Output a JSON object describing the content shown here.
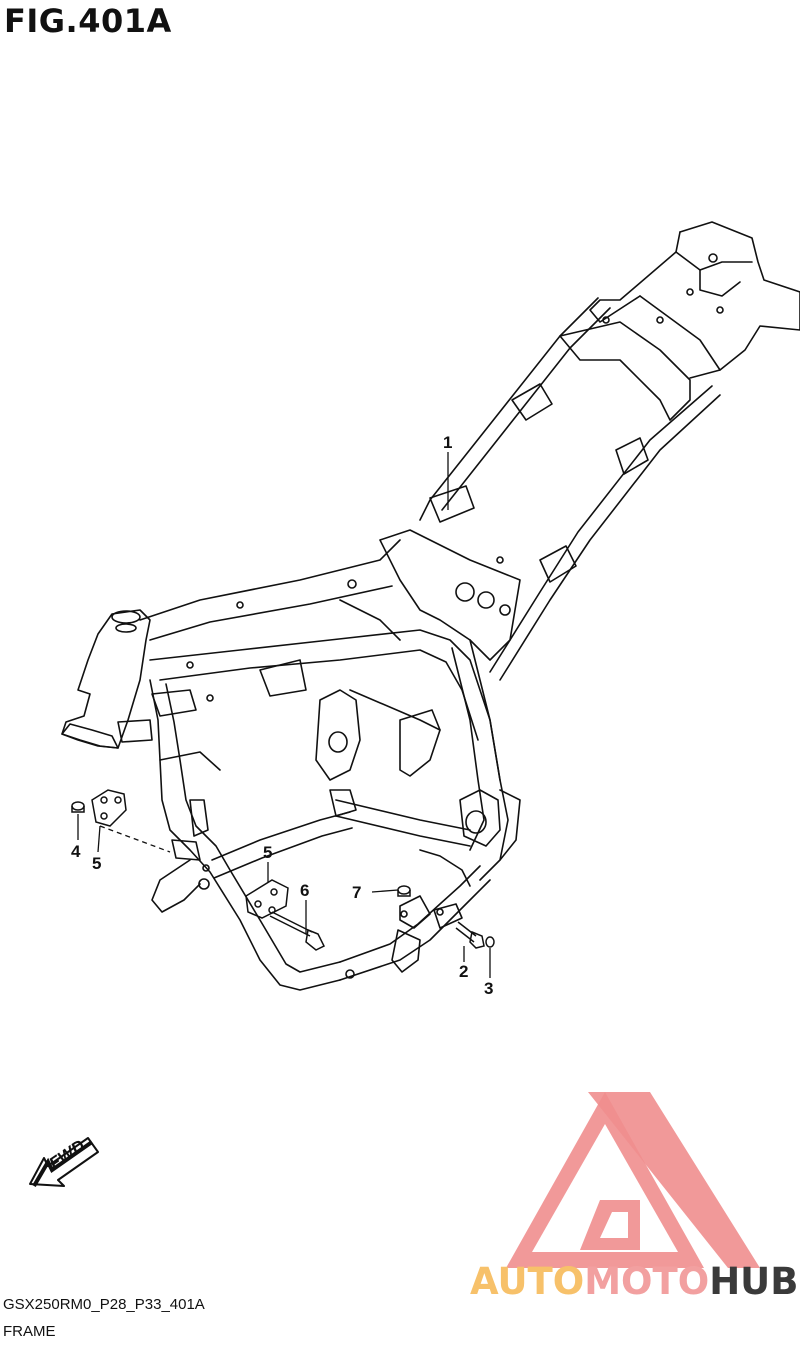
{
  "figure": {
    "title": "FIG.401A",
    "diagram_code": "GSX250RM0_P28_P33_401A",
    "section_name": "FRAME"
  },
  "callouts": [
    {
      "id": "1",
      "label": "1"
    },
    {
      "id": "2",
      "label": "2"
    },
    {
      "id": "3",
      "label": "3"
    },
    {
      "id": "4",
      "label": "4"
    },
    {
      "id": "5a",
      "label": "5"
    },
    {
      "id": "5b",
      "label": "5"
    },
    {
      "id": "6",
      "label": "6"
    },
    {
      "id": "7",
      "label": "7"
    }
  ],
  "direction_marker": {
    "label": "FWD",
    "icon": "fwd-arrow-icon"
  },
  "watermark": {
    "parts": [
      "AUTO",
      "MOTO",
      "HUB"
    ],
    "colors": {
      "auto": "#f7c16a",
      "moto": "#f2a0a0",
      "hub": "#3a3a3a",
      "triangle": "#f08e8e"
    }
  },
  "colors": {
    "line": "#111111",
    "background": "#ffffff"
  }
}
